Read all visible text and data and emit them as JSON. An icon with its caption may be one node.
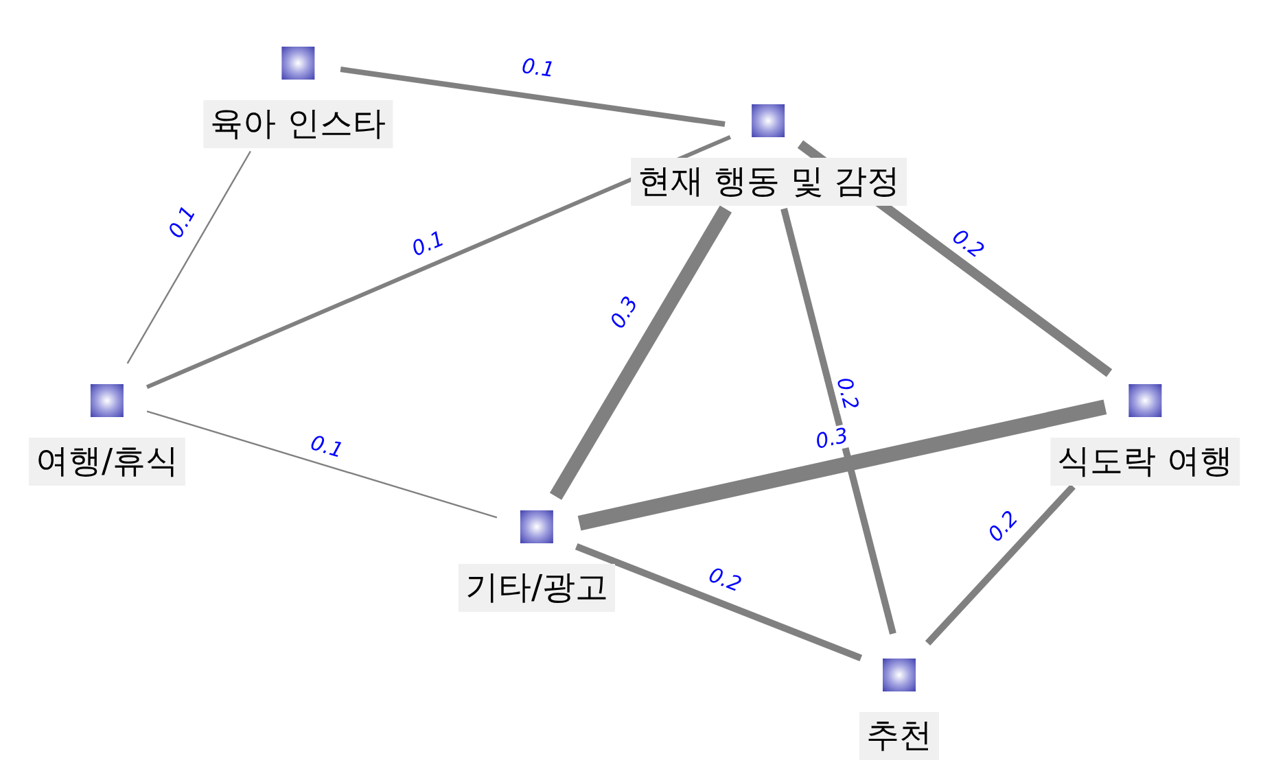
{
  "diagram": {
    "nodes": [
      {
        "text": [
          "육아 인스타"
        ]
      },
      {
        "text": [
          "현재 행동 및 감정"
        ]
      },
      {
        "text": [
          "여행/휴식"
        ]
      },
      {
        "text": [
          "기타/광고"
        ]
      },
      {
        "text": [
          "식도락 여행"
        ]
      },
      {
        "text": [
          "추천"
        ]
      }
    ],
    "edges": [
      {
        "from": 0,
        "to": 1,
        "arrow": "none",
        "label": "0.1"
      },
      {
        "from": 0,
        "to": 2,
        "arrow": "none",
        "label": "0.1"
      },
      {
        "from": 1,
        "to": 2,
        "arrow": "none",
        "label": "0.1"
      },
      {
        "from": 1,
        "to": 3,
        "arrow": "none",
        "label": "0.3",
        "style": "thick"
      },
      {
        "from": 1,
        "to": 4,
        "arrow": "none",
        "label": "0.2"
      },
      {
        "from": 1,
        "to": 5,
        "arrow": "none",
        "label": "0.2"
      },
      {
        "from": 2,
        "to": 3,
        "arrow": "none",
        "label": "0.1"
      },
      {
        "from": 3,
        "to": 4,
        "arrow": "none",
        "label": "0.3",
        "style": "thick"
      },
      {
        "from": 3,
        "to": 5,
        "arrow": "none",
        "label": "0.2"
      },
      {
        "from": 4,
        "to": 5,
        "arrow": "none",
        "label": "0.2"
      }
    ]
  }
}
